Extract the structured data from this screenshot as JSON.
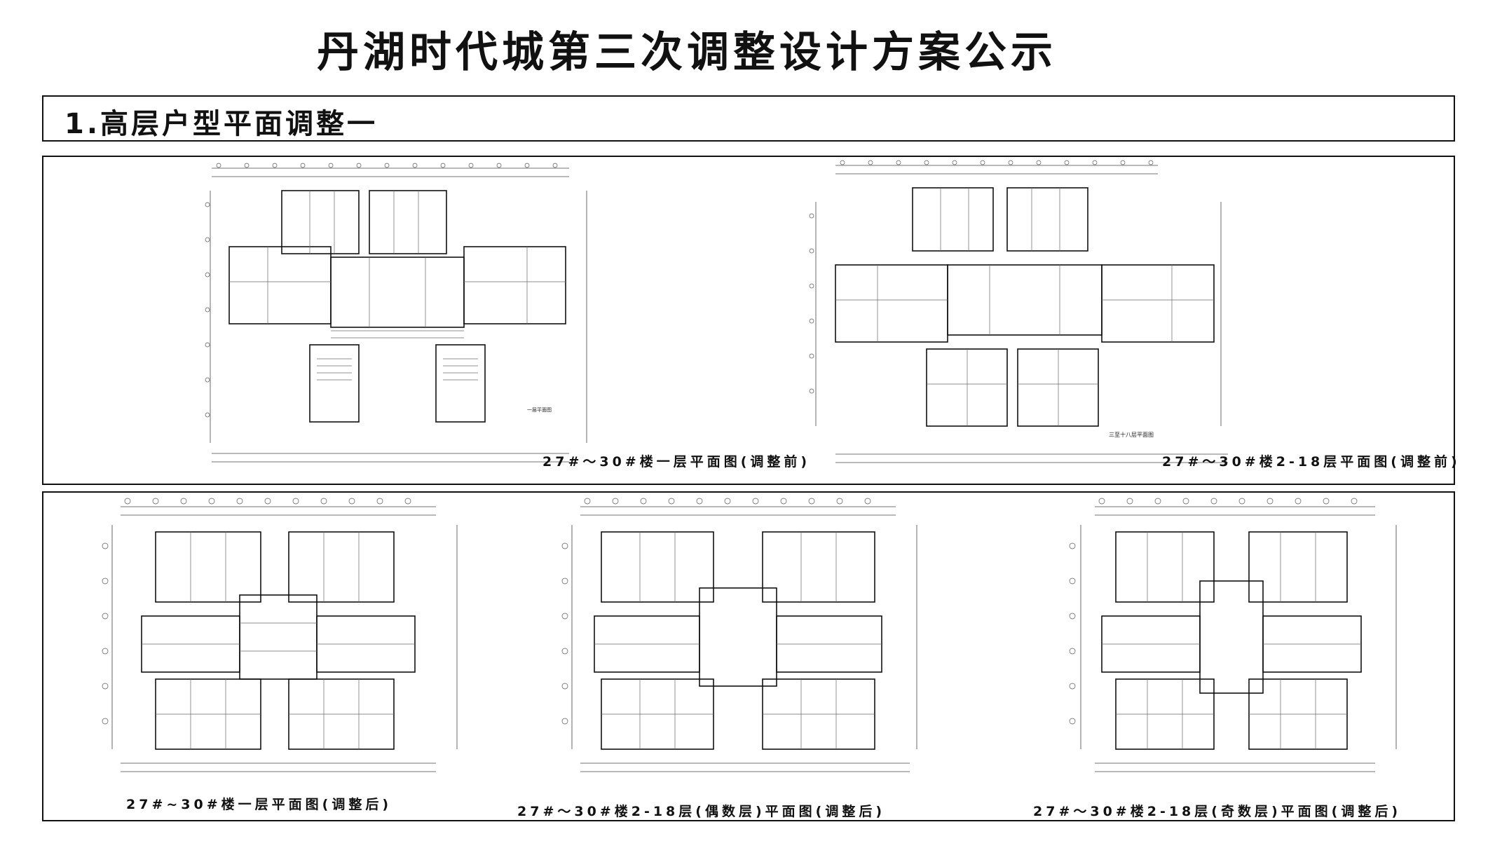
{
  "title": "丹湖时代城第三次调整设计方案公示",
  "section": "1.高层户型平面调整一",
  "plans_before": [
    {
      "caption": "27#～30#楼一层平面图(调整前)",
      "inner_label": "一层平面图"
    },
    {
      "caption": "27#～30#楼2-18层平面图(调整前)",
      "inner_label": "三至十八层平面图"
    }
  ],
  "plans_after": [
    {
      "caption": "27#~30#楼一层平面图(调整后)"
    },
    {
      "caption": "27#～30#楼2-18层(偶数层)平面图(调整后)"
    },
    {
      "caption": "27#～30#楼2-18层(奇数层)平面图(调整后)"
    }
  ]
}
